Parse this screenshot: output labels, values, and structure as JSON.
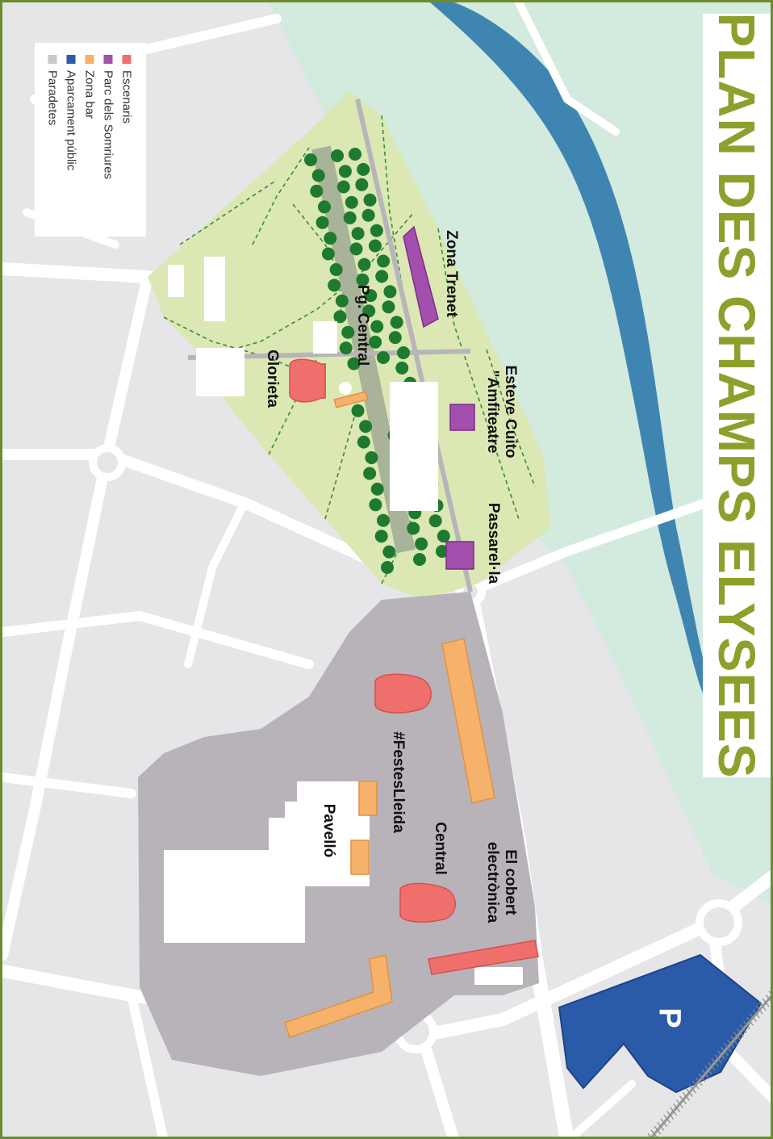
{
  "title": "PLAN DES CHAMPS ELYSEES",
  "legend": [
    {
      "label": "Escenaris",
      "color": "#ef6f6c"
    },
    {
      "label": "Parc dels Somriures",
      "color": "#a34fae"
    },
    {
      "label": "Zona bar",
      "color": "#f6b26b"
    },
    {
      "label": "Aparcament públic",
      "color": "#2a5ba8"
    },
    {
      "label": "Paradetes",
      "color": "#c9c9c9"
    }
  ],
  "labels": {
    "zona_trenet": "Zona Trenet",
    "esteve_cuito_1": "Esteve Cuito",
    "esteve_cuito_2": "\"Amfiteatre",
    "passarela": "Passarel·la",
    "pg_central": "Pg. Central",
    "glorieta": "Glorieta",
    "festes_lleida": "#FestesLleida",
    "pavello": "Pavelló",
    "central": "Central",
    "cobert_1": "El cobert",
    "cobert_2": "electrònica",
    "parking": "P"
  },
  "colors": {
    "frame": "#6e8b2e",
    "title": "#8ea02c",
    "river": "#3e86b1",
    "riverbank": "#d3eadf",
    "park": "#dbe8b3",
    "fair_ground": "#b8b3b8",
    "trees": "#1e7a2e"
  }
}
